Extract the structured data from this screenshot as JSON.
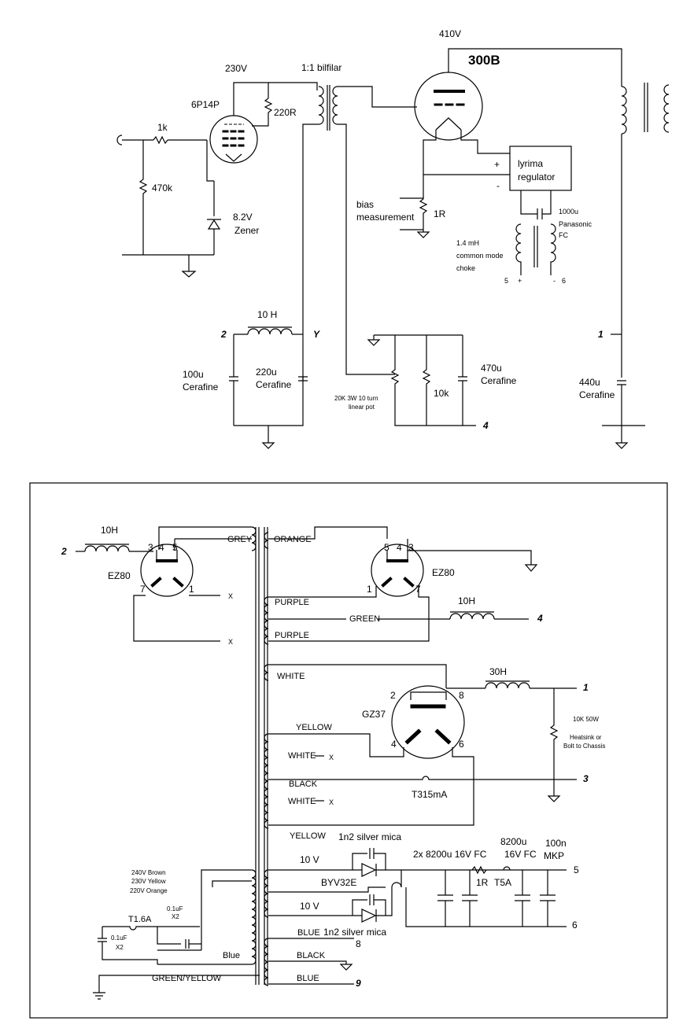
{
  "top": {
    "v410": "410V",
    "tube_300b": "300B",
    "v230": "230V",
    "bifilar": "1:1 bilfilar",
    "tube_6p14p": "6P14P",
    "r220": "220R",
    "r1k": "1k",
    "r470k": "470k",
    "zener_v": "8.2V",
    "zener": "Zener",
    "plus": "+",
    "minus": "-",
    "reg1": "lyrima",
    "reg2": "regulator",
    "bias1": "bias",
    "bias2": "measurement",
    "r1r": "1R",
    "cap1000": "1000u",
    "panasonic": "Panasonic",
    "fc": "FC",
    "choke1": "1.4  mH",
    "choke2": "common mode",
    "choke3": "choke",
    "n5": "5",
    "n5p": "+",
    "n6m": "-",
    "n6": "6",
    "h10": "10  H",
    "node2": "2",
    "nodeY": "Y",
    "c100u": "100u",
    "cerafine": "Cerafine",
    "c220u": "220u",
    "pot1": "20K 3W 10 turn",
    "pot2": "linear pot",
    "r10k": "10k",
    "c470u": "470u",
    "node4": "4",
    "node1": "1",
    "c440u": "440u"
  },
  "psu": {
    "node2": "2",
    "h10a": "10H",
    "ez80a": "EZ80",
    "p3": "3",
    "p4": "4",
    "p5": "5",
    "p7": "7",
    "p1": "1",
    "x1": "X",
    "x2": "X",
    "grey": "GREY",
    "orange": "ORANGE",
    "ez80b": "EZ80",
    "q5": "5",
    "q4": "4",
    "q3": "3",
    "q1": "1",
    "q7": "7",
    "purple1": "PURPLE",
    "green": "GREEN",
    "purple2": "PURPLE",
    "h10b": "10H",
    "node4": "4",
    "white": "WHITE",
    "h30": "30H",
    "node1": "1",
    "g2": "2",
    "g8": "8",
    "g4": "4",
    "g6": "6",
    "gz37": "GZ37",
    "r10k50": "10K 50W",
    "heatsink1": "Heatsink or",
    "heatsink2": "Bolt to Chassis",
    "yellow": "YELLOW",
    "white_x1": "WHITE",
    "wx1": "X",
    "black": "BLACK",
    "node3": "3",
    "white_x2": "WHITE",
    "wx2": "X",
    "fuse": "T315mA",
    "yellow2": "YELLOW",
    "mica1": "1n2 silver mica",
    "v10a": "10 V",
    "byv": "BYV32E",
    "v10b": "10 V",
    "caps1": "2x 8200u  16V FC",
    "caps2": "8200u",
    "caps3": "16V FC",
    "c100n": "100n",
    "mkp": "MKP",
    "r1r": "1R",
    "t5a": "T5A",
    "node5": "5",
    "node6": "6",
    "blue1": "BLUE",
    "mica2": "1n2 silver mica",
    "node8": "8",
    "black2": "BLACK",
    "blue2": "BLUE",
    "node9": "9",
    "mains1": "240V Brown",
    "mains2": "230V Yellow",
    "mains3": "220V Orange",
    "c01a": "0.1uF",
    "x2a": "X2",
    "t16a": "T1.6A",
    "c01b": "0.1uF",
    "x2b": "X2",
    "blue3": "Blue",
    "gy": "GREEN/YELLOW"
  }
}
